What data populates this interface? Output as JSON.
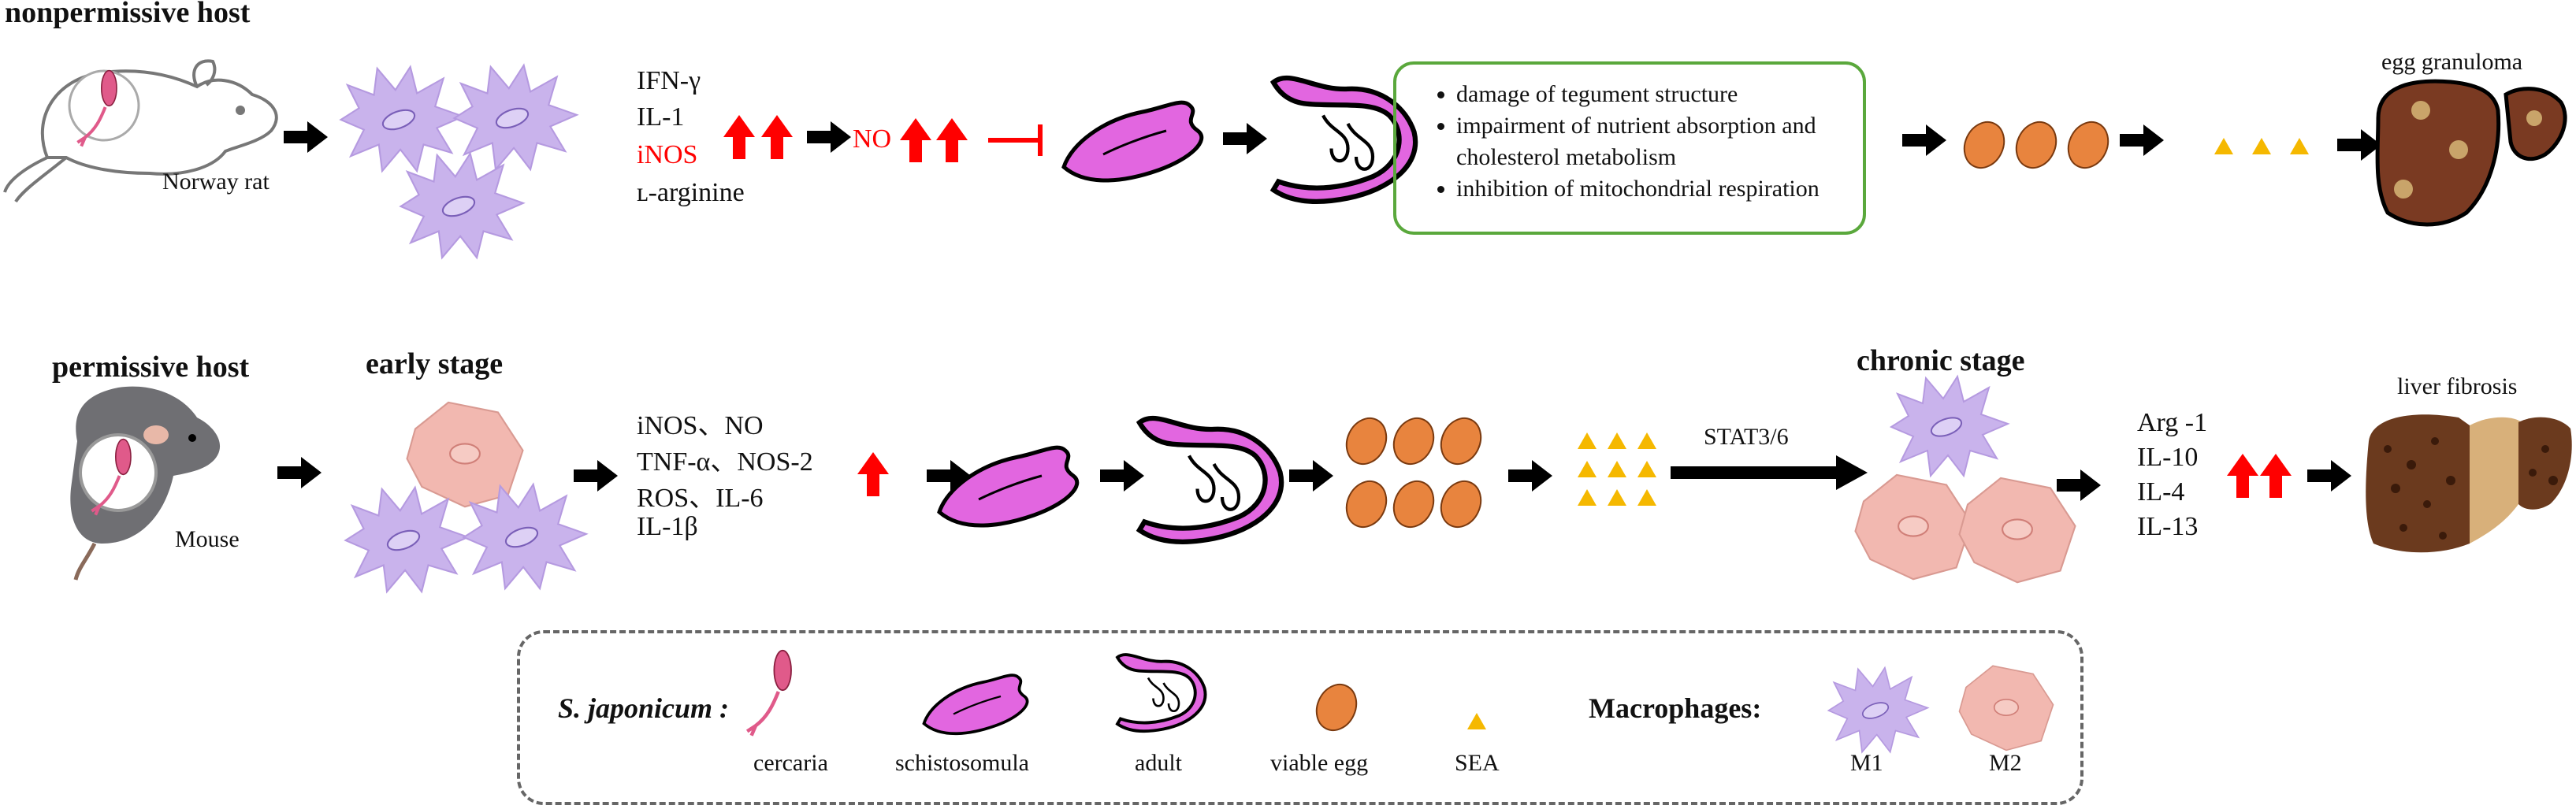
{
  "top": {
    "host_title": "nonpermissive host",
    "animal_label": "Norway rat",
    "factors": [
      "IFN-γ",
      "IL-1",
      "iNOS",
      "ʟ-arginine"
    ],
    "no_label": "NO",
    "effects": [
      "damage of tegument structure",
      "impairment of nutrient absorption and cholesterol metabolism",
      "inhibition of mitochondrial respiration"
    ],
    "outcome": "egg granuloma"
  },
  "bottom": {
    "host_title": "permissive host",
    "animal_label": "Mouse",
    "early_stage": "early stage",
    "factors": [
      "iNOS、NO",
      "TNF-α、NOS-2",
      "ROS、IL-6",
      "IL-1β"
    ],
    "pathway": "STAT3/6",
    "chronic_stage": "chronic stage",
    "m2_factors": [
      "Arg -1",
      "IL-10",
      "IL-4",
      "IL-13"
    ],
    "outcome": "liver fibrosis"
  },
  "legend": {
    "species": "S. japonicum :",
    "items": [
      "cercaria",
      "schistosomula",
      "adult",
      "viable egg",
      "SEA"
    ],
    "macrophages_title": "Macrophages:",
    "macrophages": [
      "M1",
      "M2"
    ]
  },
  "colors": {
    "m1": "#c9b3ec",
    "m2": "#f2b8b0",
    "worm": "#e266e0",
    "egg": "#e8843e",
    "sea": "#f5b800",
    "up_arrow": "#ff0000",
    "liver": "#7a3a22",
    "box_border": "#5aa83c"
  }
}
